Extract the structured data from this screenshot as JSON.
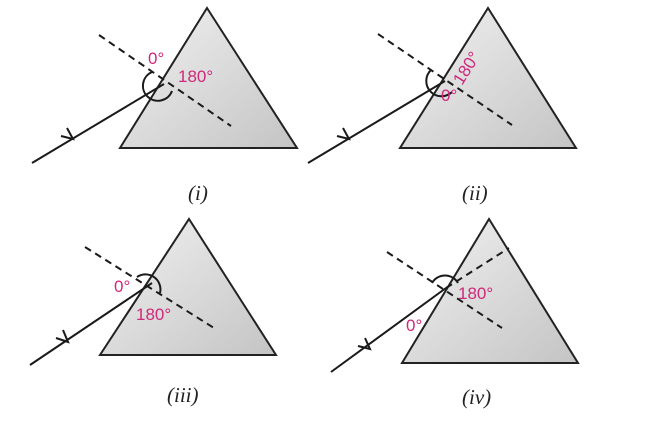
{
  "colors": {
    "label": "#d0287a",
    "line": "#1a1a1a",
    "prism_fill_light": "#f4f4f4",
    "prism_fill_dark": "#c6c6c6"
  },
  "panels": [
    {
      "caption": "(i)",
      "labels": {
        "zero": "0°",
        "one_eighty": "180°"
      }
    },
    {
      "caption": "(ii)",
      "labels": {
        "zero": "0°",
        "one_eighty": "180°"
      }
    },
    {
      "caption": "(iii)",
      "labels": {
        "zero": "0°",
        "one_eighty": "180°"
      }
    },
    {
      "caption": "(iv)",
      "labels": {
        "zero": "0°",
        "one_eighty": "180°"
      }
    }
  ]
}
